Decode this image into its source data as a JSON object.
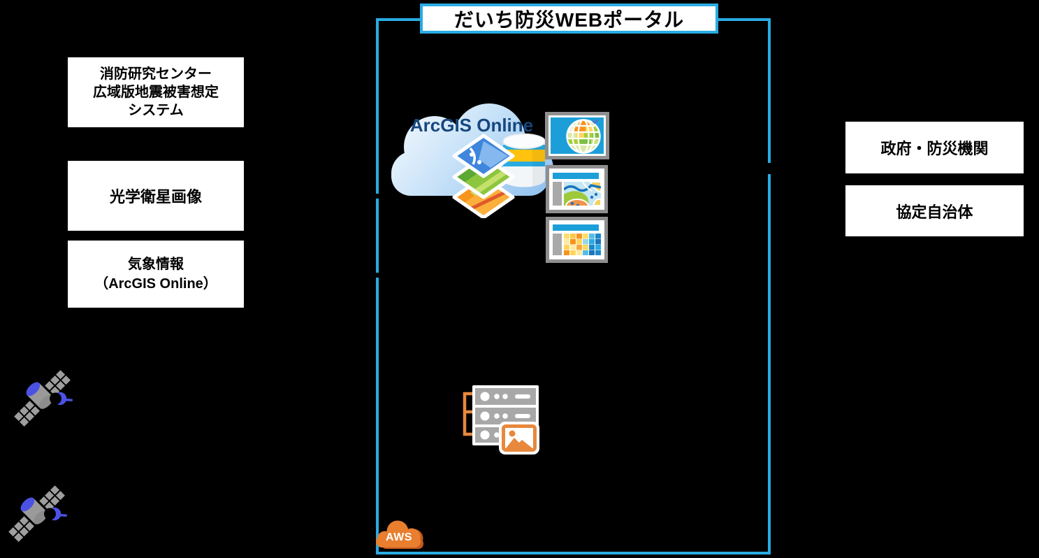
{
  "diagram": {
    "title": "だいち防災WEBポータル",
    "arcgis_label": "ArcGIS Online",
    "aws_label": "AWS"
  },
  "sources": {
    "items": [
      {
        "id": "fire-research-system",
        "lines": [
          "消防研究センター",
          "広域版地震被害想定",
          "システム"
        ]
      },
      {
        "id": "optical-satellite-imagery",
        "lines": [
          "光学衛星画像"
        ]
      },
      {
        "id": "weather-information",
        "lines": [
          "気象情報",
          "（ArcGIS Online）"
        ]
      }
    ]
  },
  "consumers": {
    "items": [
      {
        "id": "government-agencies",
        "label": "政府・防災機関"
      },
      {
        "id": "partner-municipalities",
        "label": "協定自治体"
      }
    ]
  },
  "icons": {
    "satellite_upper": "satellite-icon",
    "satellite_lower": "satellite-icon",
    "arcgis_cloud": "arcgis-online-cloud-icon",
    "map_layers": "map-layers-diamond-icon",
    "database": "database-cylinder-icon",
    "thumbnail_globe": "globe-webmap-thumbnail",
    "thumbnail_webmap": "webmap-app-thumbnail",
    "thumbnail_mosaic": "raster-mosaic-thumbnail",
    "server": "image-server-icon",
    "aws_cloud": "aws-cloud-icon"
  },
  "colors": {
    "background": "#000000",
    "portal_border": "#29ABE2",
    "box_background": "#FFFFFF",
    "box_text": "#000000",
    "arcgis_navy": "#16477E",
    "thumbnail_cyan": "#1C9FD8",
    "thumbnail_frame_gray": "#8F8F8F",
    "server_gray": "#A8A8A8",
    "server_orange": "#E8883C",
    "aws_orange": "#E87E2E",
    "aws_shadow_orange": "#C05A1E",
    "satellite_blue": "#4B52E3",
    "satellite_gray": "#9E9E9E"
  }
}
